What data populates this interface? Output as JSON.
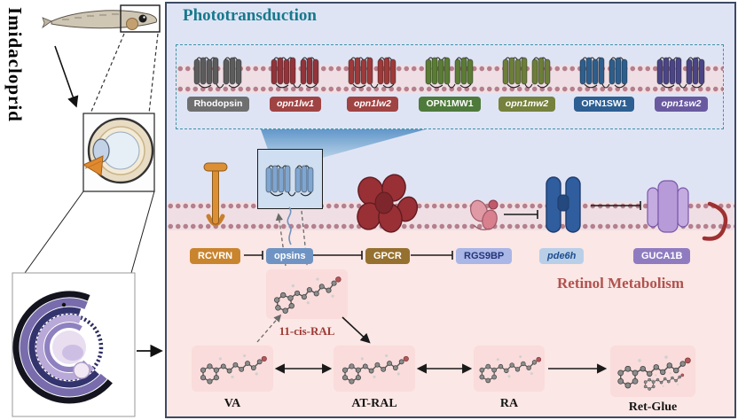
{
  "compound_label": "Imidacloprid",
  "colors": {
    "panel_top": "#dfe4f5",
    "panel_bottom": "#fbe7e5"
  },
  "phototransduction": {
    "title": "Phototransduction",
    "title_color": "#17798c",
    "opsins": [
      {
        "label": "Rhodopsin",
        "pill": "#6f6f6f",
        "glyph": "#5c5c5c"
      },
      {
        "label": "opn1lw1",
        "pill": "#a04343",
        "glyph": "#93343a"
      },
      {
        "label": "opn1lw2",
        "pill": "#a04343",
        "glyph": "#9d3a3a"
      },
      {
        "label": "OPN1MW1",
        "pill": "#4e7a3b",
        "glyph": "#5b7c34"
      },
      {
        "label": "opn1mw2",
        "pill": "#75813c",
        "glyph": "#6c7e39"
      },
      {
        "label": "OPN1SW1",
        "pill": "#2d5f92",
        "glyph": "#2e5e8c"
      },
      {
        "label": "opn1sw2",
        "pill": "#695aa0",
        "glyph": "#4b4586"
      }
    ]
  },
  "signaling": {
    "proteins": [
      {
        "label": "RCVRN",
        "pill": "#c9842e",
        "text": "#ffffff"
      },
      {
        "label": "opsins",
        "pill": "#6f94c4",
        "text": "#ffffff"
      },
      {
        "label": "GPCR",
        "pill": "#95702f",
        "text": "#ffffff"
      },
      {
        "label": "RGS9BP",
        "pill": "#aab6e6",
        "text": "#22357a"
      },
      {
        "label": "pde6h",
        "pill": "#b9cfe8",
        "text": "#1d4e8f"
      },
      {
        "label": "GUCA1B",
        "pill": "#8f7cc0",
        "text": "#ffffff"
      }
    ]
  },
  "retinol": {
    "title": "Retinol Metabolism",
    "title_color": "#b0524e",
    "metabolites": [
      {
        "label": "11-cis-RAL",
        "color": "#9c3a34"
      },
      {
        "label": "VA",
        "color": "#151515"
      },
      {
        "label": "AT-RAL",
        "color": "#151515"
      },
      {
        "label": "RA",
        "color": "#151515"
      },
      {
        "label": "Ret-Glue",
        "color": "#151515"
      }
    ]
  }
}
